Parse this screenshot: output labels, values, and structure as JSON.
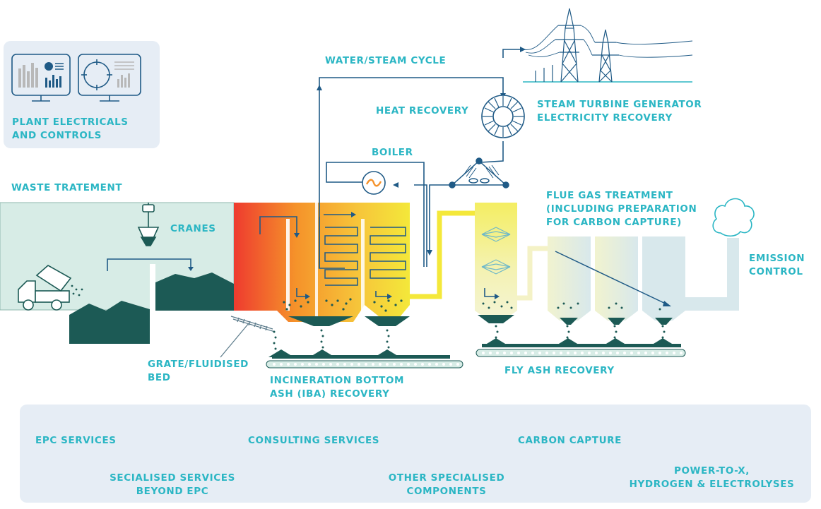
{
  "colors": {
    "teal": "#2bb6c4",
    "dark_teal": "#1c5a55",
    "process_blue": "#1f5a86",
    "light_panel": "#e6edf5",
    "mint": "#d7ece6",
    "flame_red": "#ee3b2f",
    "flame_yellow": "#f4e83a",
    "light_yellow": "#f4f2c6"
  },
  "labels": {
    "plant_electricals": [
      "PLANT ELECTRICALS",
      "AND CONTROLS"
    ],
    "waste_treatment": "WASTE TRATEMENT",
    "cranes": "CRANES",
    "water_steam_cycle": "WATER/STEAM CYCLE",
    "heat_recovery": "HEAT RECOVERY",
    "steam_turbine": [
      "STEAM TURBINE GENERATOR",
      "ELECTRICITY RECOVERY"
    ],
    "boiler": "BOILER",
    "flue_gas": [
      "FLUE GAS TREATMENT",
      "(INCLUDING PREPARATION",
      "FOR CARBON CAPTURE)"
    ],
    "emission_control": [
      "EMISSION",
      "CONTROL"
    ],
    "grate": [
      "GRATE/FLUIDISED",
      "BED"
    ],
    "iba_recovery": [
      "INCINERATION BOTTOM",
      "ASH (IBA) RECOVERY"
    ],
    "fly_ash": "FLY ASH RECOVERY"
  },
  "services": {
    "epc": "EPC SERVICES",
    "consulting": "CONSULTING SERVICES",
    "carbon_capture": "CARBON CAPTURE",
    "specialised": [
      "SECIALISED SERVICES",
      "BEYOND EPC"
    ],
    "other_components": [
      "OTHER SPECIALISED",
      "COMPONENTS"
    ],
    "power_to_x": [
      "POWER-TO-X,",
      "HYDROGEN & ELECTROLYSES"
    ]
  },
  "icons": [
    "bar-chart-monitor-icon",
    "gauge-monitor-icon",
    "garbage-truck-icon",
    "crane-grab-icon",
    "transmission-tower-icon",
    "turbine-icon",
    "boiler-icon",
    "smoke-cloud-icon",
    "conveyor-icon"
  ]
}
